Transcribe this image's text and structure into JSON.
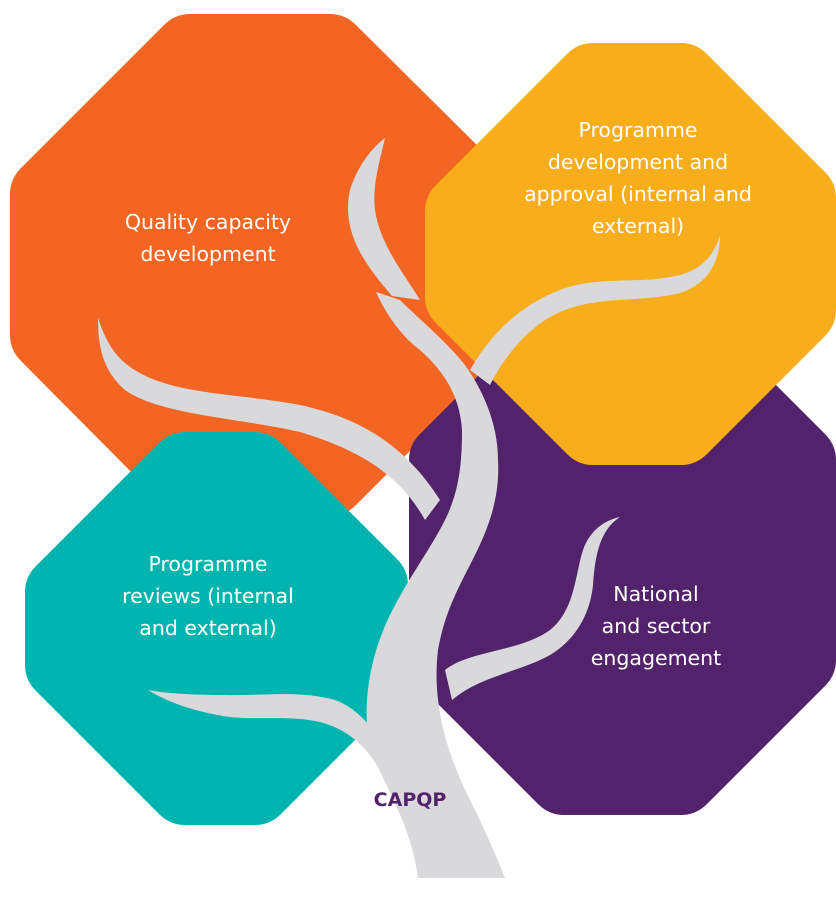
{
  "colors": {
    "quality": "#f26522",
    "development": "#f8ae1c",
    "reviews": "#00b5b0",
    "engagement": "#52236a",
    "tree": "#d9d9dc",
    "root_text": "#52236a"
  },
  "quadrants": {
    "quality": {
      "lines": [
        "Quality capacity",
        "development"
      ]
    },
    "development": {
      "lines": [
        "Programme",
        "development and",
        "approval (internal and",
        "external)"
      ]
    },
    "reviews": {
      "lines": [
        "Programme",
        "reviews (internal",
        "and external)"
      ]
    },
    "engagement": {
      "lines": [
        "National",
        "and sector",
        "engagement"
      ]
    }
  },
  "root": {
    "label": "CAPQP"
  },
  "icons": {
    "tree": "tree-icon"
  }
}
